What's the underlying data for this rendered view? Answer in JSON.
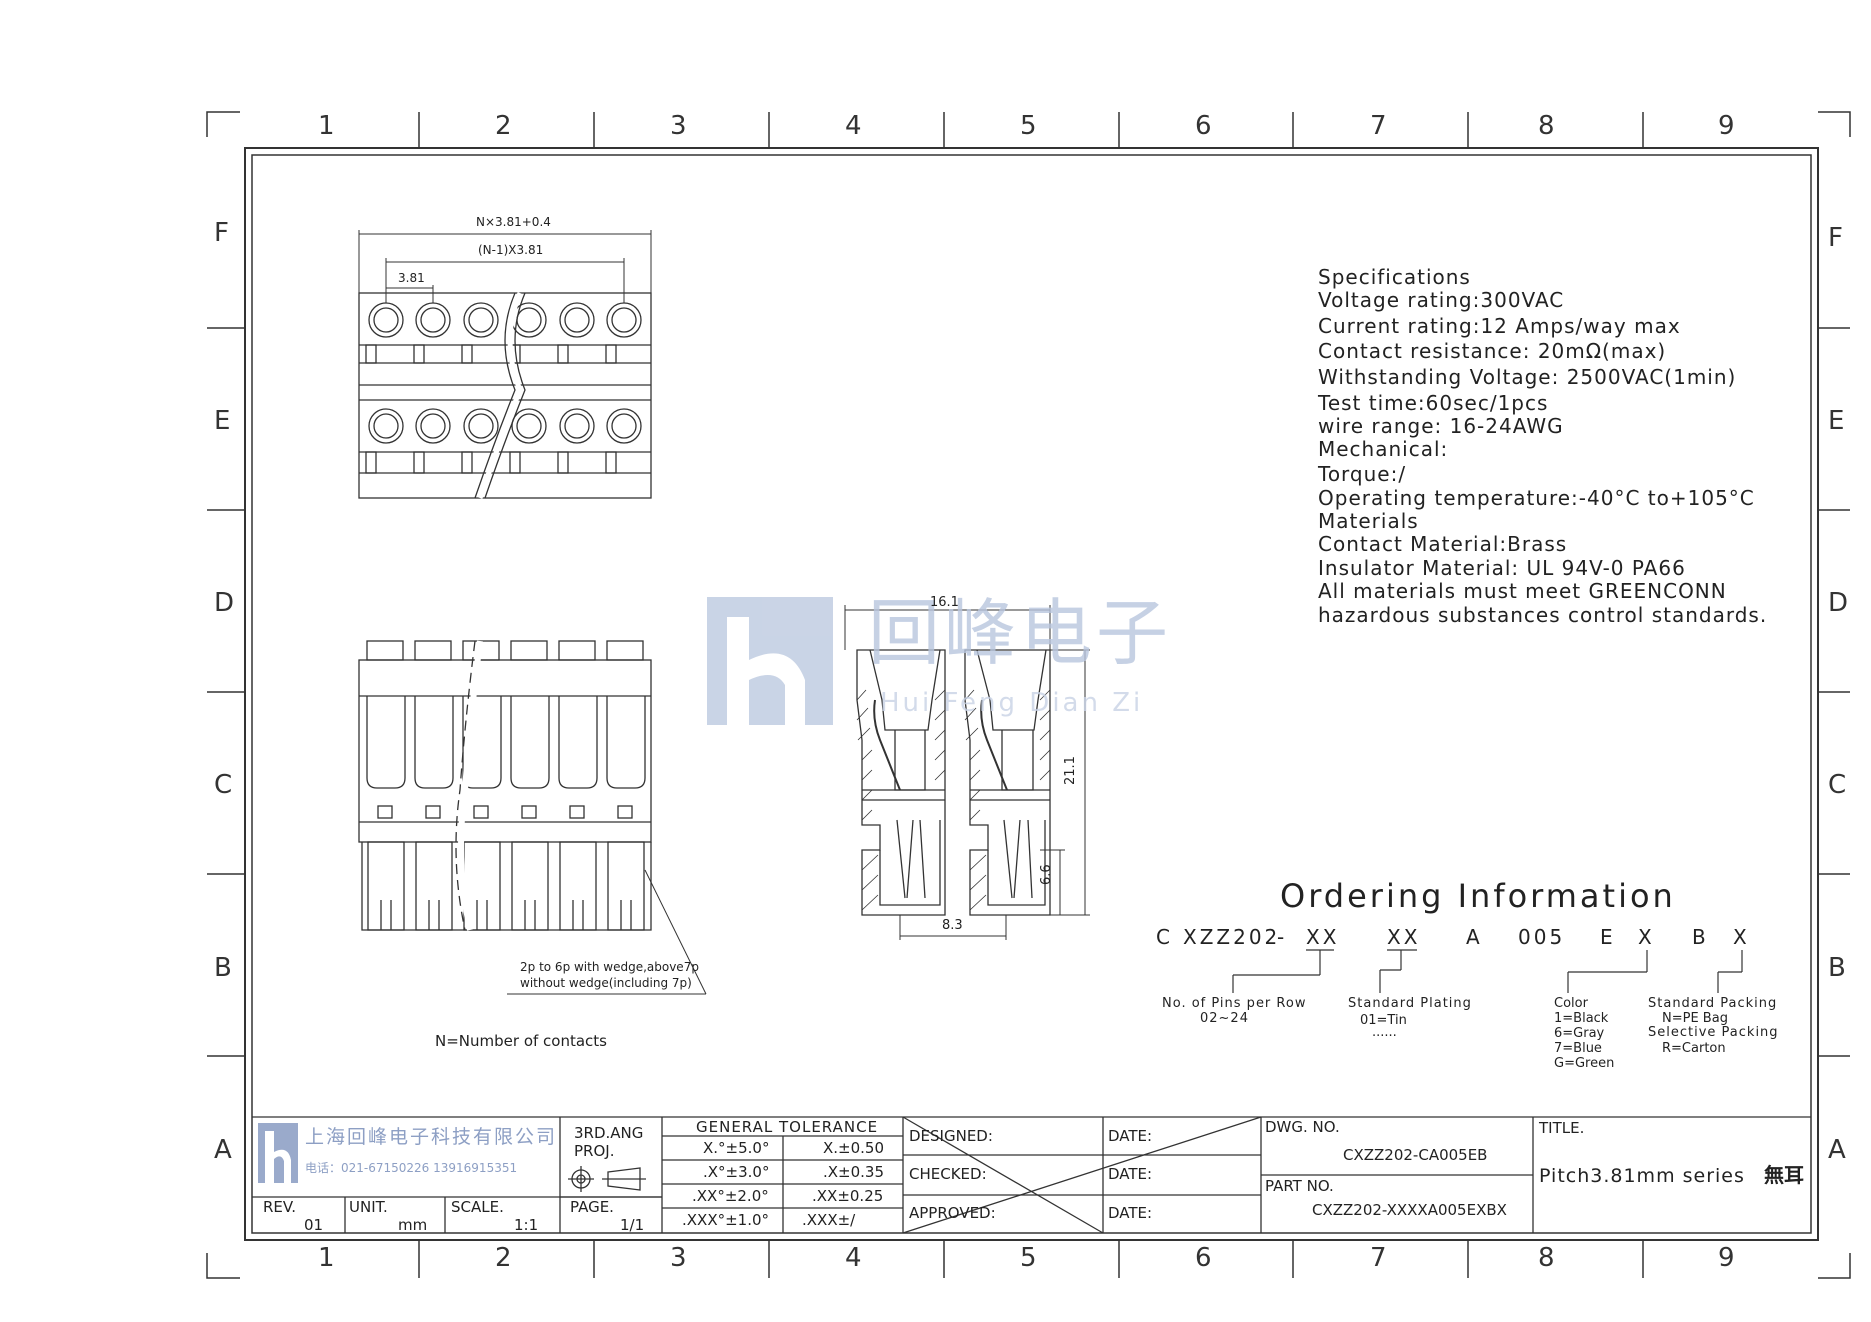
{
  "grid": {
    "columns": [
      "1",
      "2",
      "3",
      "4",
      "5",
      "6",
      "7",
      "8",
      "9"
    ],
    "rows": [
      "F",
      "E",
      "D",
      "C",
      "B",
      "A"
    ]
  },
  "watermark": {
    "logo": "hf",
    "cn_name": "回峰电子",
    "pinyin": "Hui Feng Dian Zi",
    "color": "#b8c6de"
  },
  "top_view": {
    "dim_total": "N×3.81+0.4",
    "dim_span": "(N-1)X3.81",
    "dim_pitch": "3.81"
  },
  "front_view": {
    "note_line1": "2p to 6p with wedge,above7p",
    "note_line2": "without wedge(including 7p)",
    "n_def": "N=Number of contacts"
  },
  "side_view": {
    "dim_width": "16.1",
    "dim_height": "21.1",
    "dim_pin_len": "6.6",
    "dim_bottom": "8.3"
  },
  "specifications": [
    "Specifications",
    "Voltage rating:300VAC",
    "Current rating:12 Amps/way max",
    "Contact resistance: 20mΩ(max)",
    "Withstanding Voltage: 2500VAC(1min)",
    "Test time:60sec/1pcs",
    "wire range: 16-24AWG",
    "Mechanical:",
    "Torque:/",
    "Operating temperature:-40°C to+105°C",
    "Materials",
    "Contact Material:Brass",
    "Insulator Material: UL 94V-0 PA66",
    "All materials must meet GREENCONN",
    "hazardous substances control standards."
  ],
  "ordering": {
    "title": "Ordering Information",
    "code": [
      "C",
      "XZZ202",
      "-",
      "XX",
      "XX",
      "A",
      "005",
      "E",
      "X",
      "B",
      "X"
    ],
    "pins_label": "No. of Pins per Row",
    "pins_range": "02~24",
    "plating_label": "Standard Plating",
    "plating_opt": "01=Tin",
    "plating_more": "......",
    "color_label": "Color",
    "color_opts": [
      "1=Black",
      "6=Gray",
      "7=Blue",
      "G=Green"
    ],
    "packing_label": "Standard Packing",
    "packing_opt1": "N=PE Bag",
    "packing_label2": "Selective Packing",
    "packing_opt2": "R=Carton"
  },
  "title_block": {
    "company": "上海回峰电子科技有限公司",
    "phone": "电话：021-67150226 13916915351",
    "rev_label": "REV.",
    "rev": "01",
    "unit_label": "UNIT.",
    "unit": "mm",
    "scale_label": "SCALE.",
    "scale": "1:1",
    "proj_line1": "3RD.ANG",
    "proj_line2": "PROJ.",
    "page_label": "PAGE.",
    "page": "1/1",
    "tol_title": "GENERAL TOLERANCE",
    "tol_rows": [
      [
        "X.°±5.0°",
        "X.±0.50"
      ],
      [
        ".X°±3.0°",
        ".X±0.35"
      ],
      [
        ".XX°±2.0°",
        ".XX±0.25"
      ],
      [
        ".XXX°±1.0°",
        ".XXX±/"
      ]
    ],
    "designed": "DESIGNED:",
    "checked": "CHECKED:",
    "approved": "APPROVED:",
    "date": "DATE:",
    "dwg_label": "DWG. NO.",
    "dwg_no": "CXZZ202-CA005EB",
    "part_label": "PART NO.",
    "part_no": "CXZZ202-XXXXA005EXBX",
    "title_label": "TITLE.",
    "title": "Pitch3.81mm series",
    "title_cn": "無耳"
  }
}
